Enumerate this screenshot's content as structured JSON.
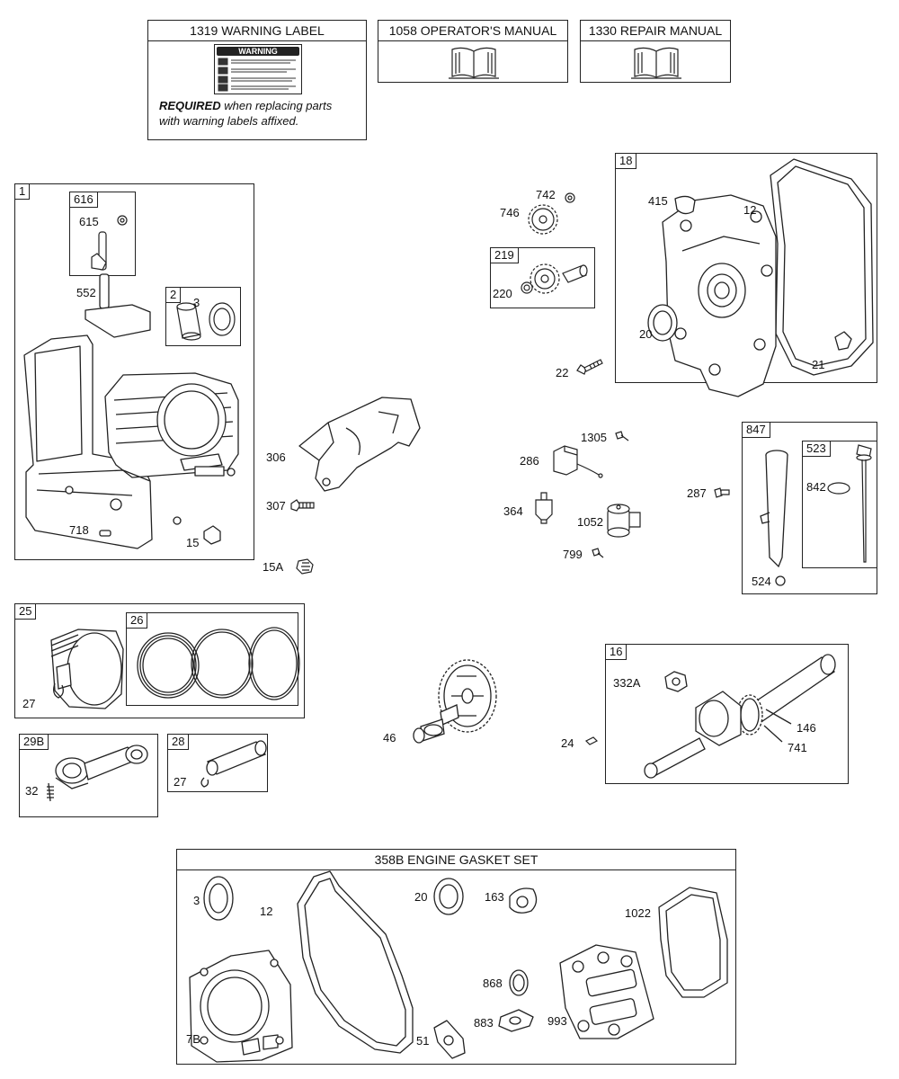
{
  "top_boxes": {
    "warning_label": {
      "title": "1319 WARNING LABEL",
      "label_heading": "WARNING",
      "required_bold": "REQUIRED",
      "required_rest": "when replacing parts",
      "required_line2": "with warning labels affixed."
    },
    "operators_manual": {
      "title": "1058 OPERATOR'S MANUAL"
    },
    "repair_manual": {
      "title": "1330 REPAIR MANUAL"
    }
  },
  "groups": {
    "g1": "1",
    "g616": "616",
    "g2": "2",
    "g18": "18",
    "g219": "219",
    "g847": "847",
    "g523": "523",
    "g25": "25",
    "g26": "26",
    "g16": "16",
    "g29b": "29B",
    "g28": "28"
  },
  "gasket_set": {
    "title": "358B ENGINE GASKET SET"
  },
  "labels": {
    "p615": "615",
    "p552": "552",
    "p3a": "3",
    "p718": "718",
    "p15": "15",
    "p15a": "15A",
    "p306": "306",
    "p307": "307",
    "p742": "742",
    "p746": "746",
    "p220": "220",
    "p415": "415",
    "p12a": "12",
    "p20a": "20",
    "p21": "21",
    "p22": "22",
    "p1305": "1305",
    "p286": "286",
    "p364": "364",
    "p1052": "1052",
    "p799": "799",
    "p287": "287",
    "p842": "842",
    "p524": "524",
    "p27a": "27",
    "p46": "46",
    "p332a": "332A",
    "p146": "146",
    "p741": "741",
    "p24": "24",
    "p32": "32",
    "p27b": "27",
    "p3b": "3",
    "p12b": "12",
    "p20b": "20",
    "p163": "163",
    "p1022": "1022",
    "p868": "868",
    "p883": "883",
    "p993": "993",
    "p51": "51",
    "p7b": "7B"
  }
}
